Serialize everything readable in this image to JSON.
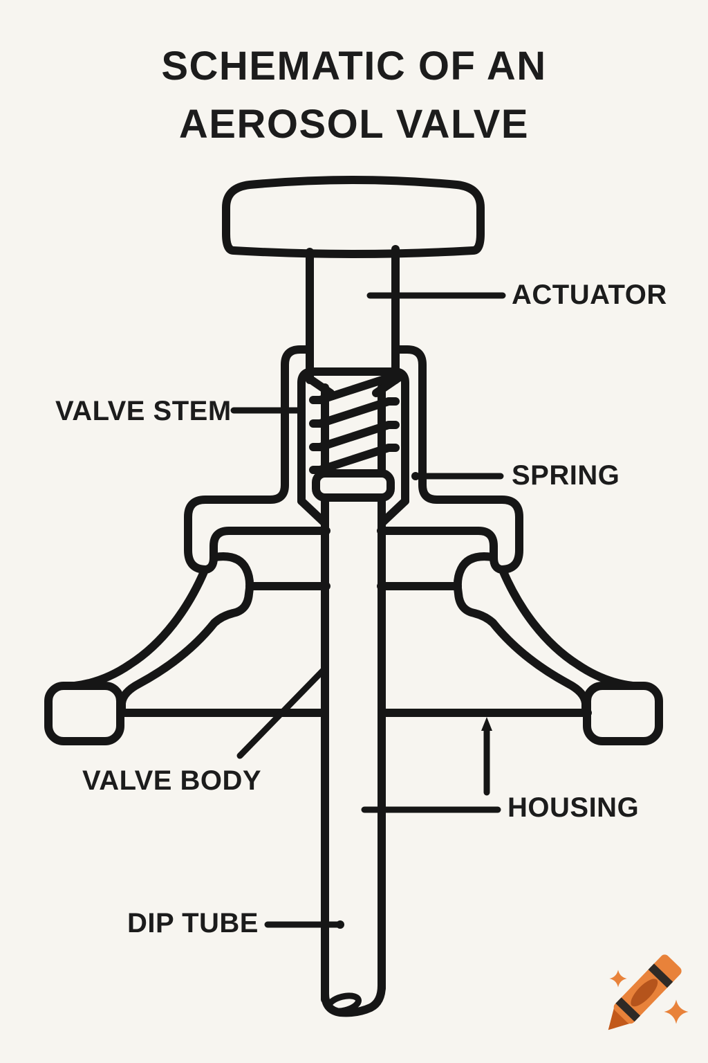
{
  "title": {
    "line1": "SCHEMATIC OF AN",
    "line2": "AEROSOL VALVE"
  },
  "labels": {
    "actuator": "ACTUATOR",
    "valve_stem": "VALVE STEM",
    "spring": "SPRING",
    "valve_body": "VALVE BODY",
    "housing": "HOUSING",
    "dip_tube": "DIP TUBE"
  },
  "colors": {
    "background": "#F7F5F0",
    "line": "#161616",
    "text": "#1C1C1C",
    "crayon_orange": "#E8823A",
    "crayon_dark_orange": "#B5541C",
    "crayon_tip": "#C2591B",
    "crayon_band": "#2E2A26"
  },
  "logo": {
    "icon": "crayon-icon",
    "accents": "sparkle-icons"
  }
}
